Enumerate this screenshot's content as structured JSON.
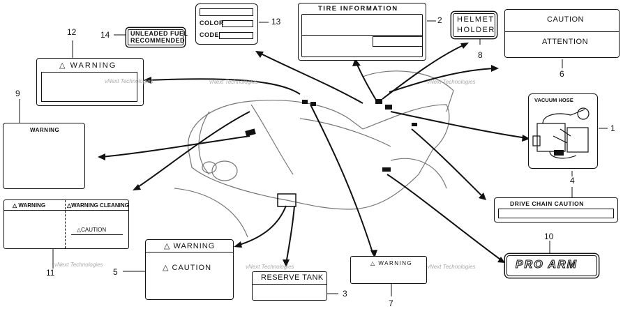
{
  "callouts": {
    "n1": "1",
    "n2": "2",
    "n3": "3",
    "n4": "4",
    "n5": "5",
    "n6": "6",
    "n7": "7",
    "n8": "8",
    "n9": "9",
    "n10": "10",
    "n11": "11",
    "n12": "12",
    "n13": "13",
    "n14": "14"
  },
  "labels": {
    "tire_information": "TIRE INFORMATION",
    "helmet_holder_line1": "HELMET",
    "helmet_holder_line2": "HOLDER",
    "caution_attention_top": "CAUTION",
    "caution_attention_bottom": "ATTENTION",
    "unleaded_line1": "UNLEADED FUEL",
    "unleaded_line2": "RECOMMENDED",
    "color_code_color": "COLOR",
    "color_code_code": "CODE",
    "warning_12": "△ WARNING",
    "warning_9": "WARNING",
    "vacuum_hose": "VACUUM HOSE",
    "drive_chain_caution": "DRIVE CHAIN CAUTION",
    "warning_11_left": "△ WARNING",
    "warning_11_right": "△WARNING CLEANING",
    "warning_11_caution": "△CAUTION",
    "warning_5_top": "△ WARNING",
    "warning_5_bottom": "△ CAUTION",
    "reserve_tank": "RESERVE TANK",
    "warning_7": "△ WARNING",
    "pro_arm": "PRO ARM"
  },
  "watermark": "vNext Technologies"
}
